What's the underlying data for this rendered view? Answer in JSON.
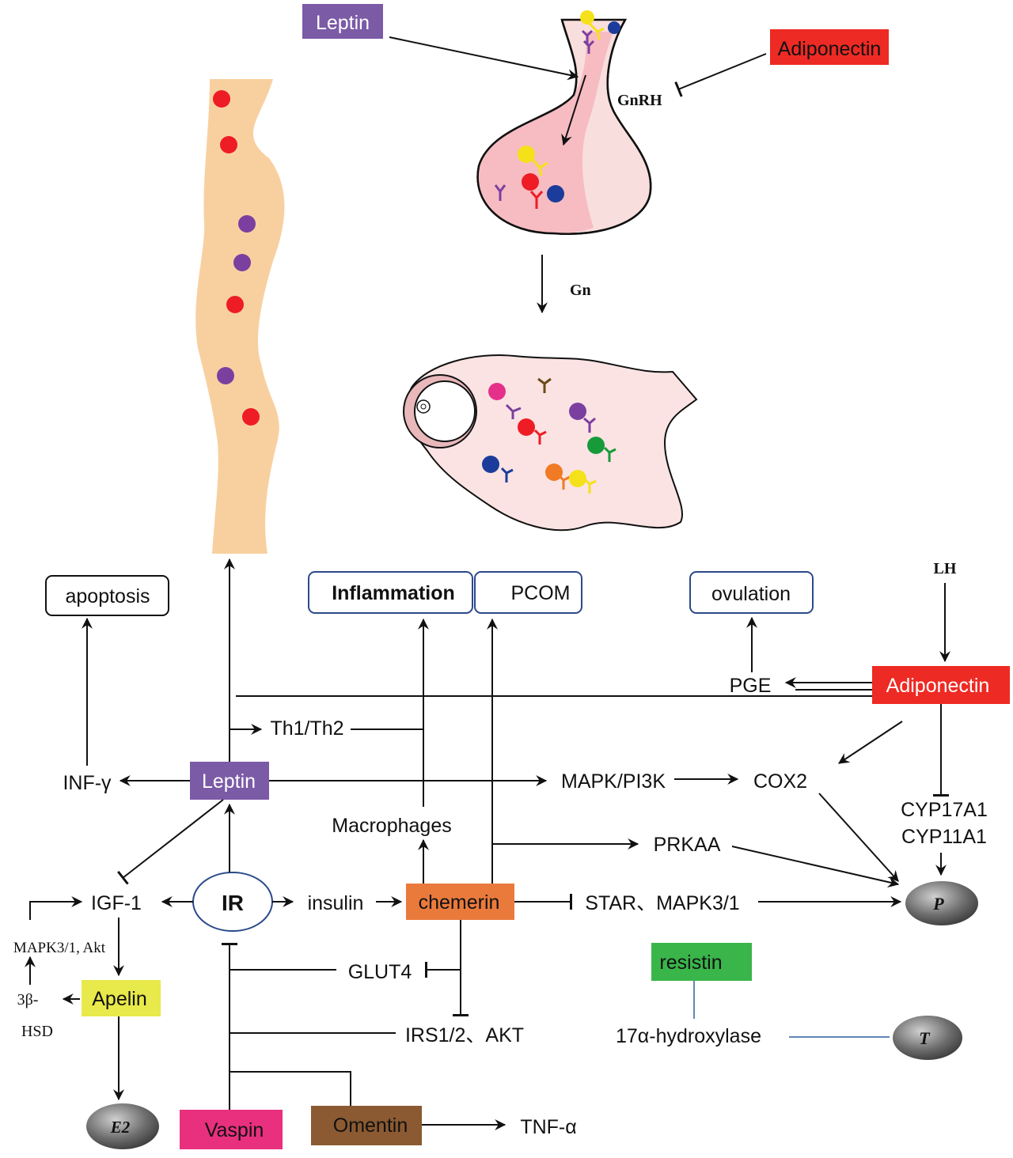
{
  "top": {
    "leptin_label": "Leptin",
    "adiponectin_label": "Adiponectin",
    "gnrh_label": "GnRH",
    "gn_label": "Gn"
  },
  "outcomes": {
    "apoptosis": "apoptosis",
    "inflammation": "Inflammation",
    "pcom": "PCOM",
    "ovulation": "ovulation"
  },
  "nodes": {
    "lh": "LH",
    "pge": "PGE",
    "adiponectin": "Adiponectin",
    "th1th2": "Th1/Th2",
    "inf_gamma": "INF-γ",
    "leptin": "Leptin",
    "mapk_pi3k": "MAPK/PI3K",
    "cox2": "COX2",
    "cyp17a1": "CYP17A1",
    "cyp11a1": "CYP11A1",
    "macrophages": "Macrophages",
    "prkaa": "PRKAA",
    "igf1": "IGF-1",
    "ir": "IR",
    "insulin": "insulin",
    "chemerin": "chemerin",
    "star_mapk": "STAR、MAPK3/1",
    "p_hormone": "P",
    "mapk_akt": "MAPK3/1, Akt",
    "hsd_line1": "3β-",
    "hsd_line2": "HSD",
    "apelin": "Apelin",
    "glut4": "GLUT4",
    "resistin": "resistin",
    "irs_akt": "IRS1/2、AKT",
    "hydroxylase": "17α-hydroxylase",
    "t_hormone": "T",
    "e2_hormone": "E2",
    "vaspin": "Vaspin",
    "omentin": "Omentin",
    "tnf_alpha": "TNF-α"
  },
  "colors": {
    "leptin": "#7b5aa6",
    "adiponectin": "#ee2a24",
    "chemerin": "#ea7a3c",
    "apelin": "#e8e94a",
    "resistin": "#39b54a",
    "vaspin": "#e8307e",
    "omentin": "#8b5a32",
    "outcome_border": "#2b4a8a",
    "vessel": "#f8d0a0",
    "pituitary": "#f6c2c6",
    "ovary": "#fbe3e3"
  }
}
